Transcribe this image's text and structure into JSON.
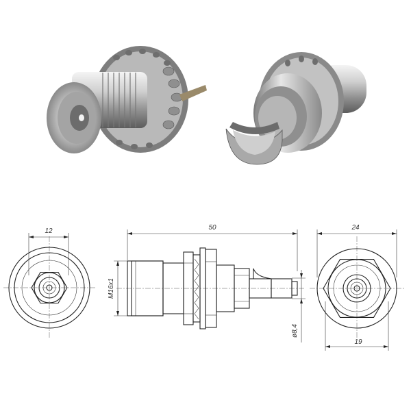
{
  "dimensions": {
    "front_view_width": "12",
    "overall_length": "50",
    "thread": "M16x1",
    "pin_diameter": "ø8,4",
    "flange_outer": "24",
    "flange_inner": "19"
  },
  "colors": {
    "metal_light": "#e9e9e9",
    "metal_mid": "#a9a9a9",
    "metal_dark": "#555555",
    "line": "#222222"
  }
}
